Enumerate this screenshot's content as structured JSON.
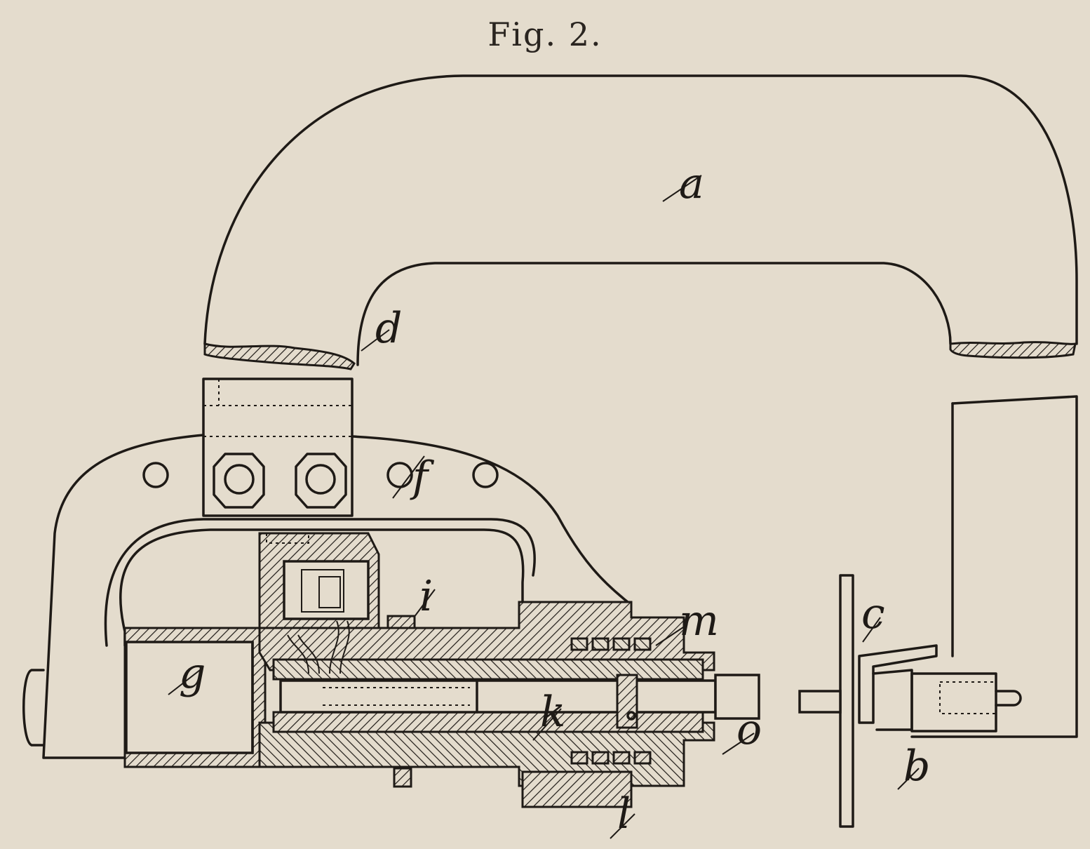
{
  "title": "Fig. 2.",
  "labels": {
    "a": "a",
    "b": "b",
    "c": "c",
    "d": "d",
    "f": "f",
    "g": "g",
    "i": "i",
    "k": "k",
    "l": "l",
    "m": "m",
    "o": "o"
  }
}
